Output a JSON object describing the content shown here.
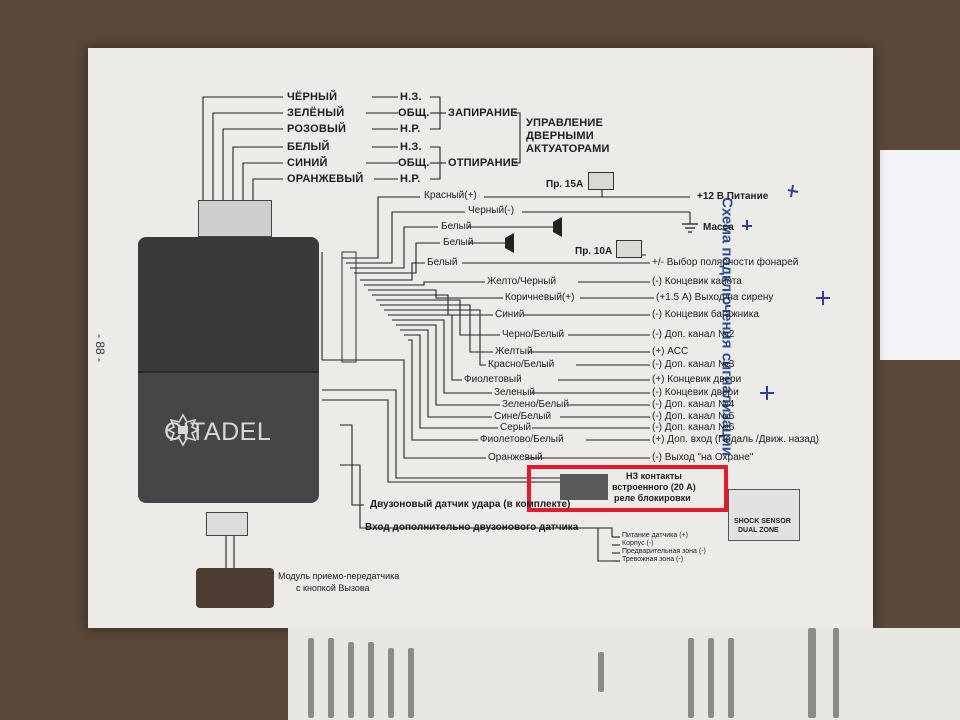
{
  "title": "Схема подключения сигнализации",
  "page_number": "- 88 -",
  "brand": "CITADEL",
  "actuators": {
    "wires": [
      {
        "color": "ЧЁРНЫЙ",
        "contact": "Н.З."
      },
      {
        "color": "ЗЕЛЁНЫЙ",
        "contact": "ОБЩ."
      },
      {
        "color": "РОЗОВЫЙ",
        "contact": "Н.Р."
      },
      {
        "color": "БЕЛЫЙ",
        "contact": "Н.З."
      },
      {
        "color": "СИНИЙ",
        "contact": "ОБЩ."
      },
      {
        "color": "ОРАНЖЕВЫЙ",
        "contact": "Н.Р."
      }
    ],
    "lock": "ЗАПИРАНИЕ",
    "unlock": "ОТПИРАНИЕ",
    "group": [
      "УПРАВЛЕНИЕ",
      "ДВЕРНЫМИ",
      "АКТУАТОРАМИ"
    ]
  },
  "power": {
    "red": "Красный(+)",
    "black": "Черный(-)",
    "fuse15": "Пр. 15А",
    "fuse10": "Пр. 10А",
    "plus12": "+12 В Питание",
    "ground": "Масса"
  },
  "lights": {
    "white1": "Белый",
    "white2": "Белый"
  },
  "wires": [
    {
      "color": "Белый",
      "function": "+/- Выбор полярности фонарей"
    },
    {
      "color": "Желто/Черный",
      "function": "(-) Концевик капота"
    },
    {
      "color": "Коричневый(+)",
      "function": "(+1.5 А) Выход на сирену"
    },
    {
      "color": "Синий",
      "function": "(-) Концевик багажника"
    },
    {
      "color": "Черно/Белый",
      "function": "(-) Доп. канал №2"
    },
    {
      "color": "Желтый",
      "function": "(+) АСС"
    },
    {
      "color": "Красно/Белый",
      "function": "(-) Доп. канал №3"
    },
    {
      "color": "Фиолетовый",
      "function": "(+) Концевик двери"
    },
    {
      "color": "Зеленый",
      "function": "(-) Концевик двери"
    },
    {
      "color": "Зелено/Белый",
      "function": "(-) Доп. канал №4"
    },
    {
      "color": "Сине/Белый",
      "function": "(-) Доп. канал №5"
    },
    {
      "color": "Серый",
      "function": "(-) Доп. канал №6"
    },
    {
      "color": "Фиолетово/Белый",
      "function": "(+) Доп. вход (Педаль /Движ. назад)"
    },
    {
      "color": "Оранжевый",
      "function": "(-) Выход \"на Охране\""
    }
  ],
  "relay_note": [
    "НЗ контакты",
    "встроенного (20 А)",
    "реле блокировки"
  ],
  "shock_sensor": {
    "label": "Двузоновый датчик удара (в комплекте)",
    "input": "Вход дополнительно двузонового датчика",
    "box": [
      "SHOCK SENSOR",
      "DUAL ZONE"
    ],
    "pins": [
      "Питание датчика (+)",
      "Корпус (-)",
      "Предварительная зона (-)",
      "Тревожная зона (-)"
    ]
  },
  "transceiver": [
    "Модуль приемо-передатчика",
    "с кнопкой Вызова"
  ],
  "colors": {
    "highlight": "#e8192c",
    "title": "#2b4e92",
    "unit": "#3a3a3c"
  }
}
